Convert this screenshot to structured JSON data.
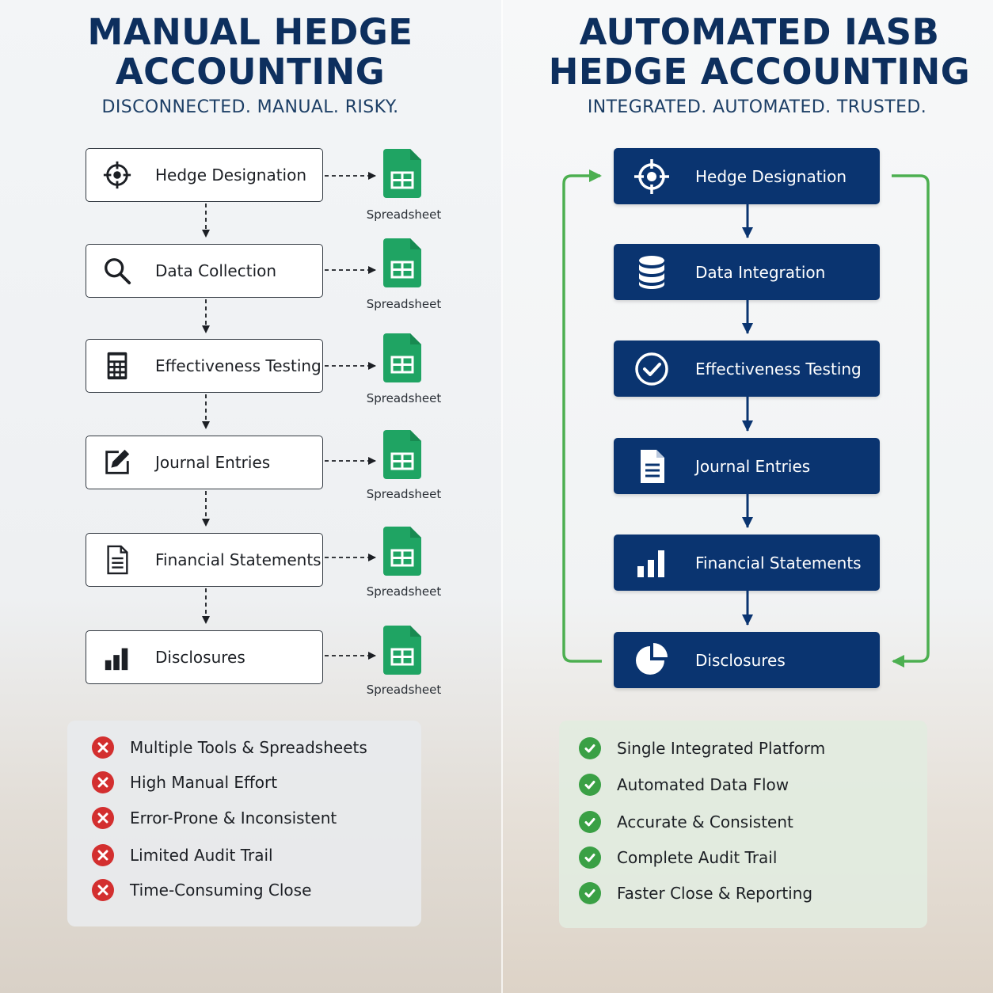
{
  "left": {
    "title_line1": "MANUAL HEDGE",
    "title_line2": "ACCOUNTING",
    "subtitle": "DISCONNECTED. MANUAL. RISKY.",
    "steps": [
      {
        "label": "Hedge Designation",
        "icon": "target-icon"
      },
      {
        "label": "Data Collection",
        "icon": "magnifier-icon"
      },
      {
        "label": "Effectiveness Testing",
        "icon": "calculator-icon"
      },
      {
        "label": "Journal Entries",
        "icon": "edit-icon"
      },
      {
        "label": "Financial Statements",
        "icon": "document-icon"
      },
      {
        "label": "Disclosures",
        "icon": "bar-chart-icon"
      }
    ],
    "spreadsheet_label": "Spreadsheet",
    "drawbacks": [
      "Multiple Tools & Spreadsheets",
      "High Manual Effort",
      "Error-Prone & Inconsistent",
      "Limited Audit Trail",
      "Time-Consuming Close"
    ]
  },
  "right": {
    "title_line1": "AUTOMATED IASB",
    "title_line2": "HEDGE ACCOUNTING",
    "subtitle": "INTEGRATED. AUTOMATED. TRUSTED.",
    "steps": [
      {
        "label": "Hedge Designation",
        "icon": "target-icon"
      },
      {
        "label": "Data Integration",
        "icon": "database-icon"
      },
      {
        "label": "Effectiveness Testing",
        "icon": "check-circle-icon"
      },
      {
        "label": "Journal Entries",
        "icon": "document-icon"
      },
      {
        "label": "Financial Statements",
        "icon": "bar-chart-icon"
      },
      {
        "label": "Disclosures",
        "icon": "pie-chart-icon"
      }
    ],
    "benefits": [
      "Single Integrated Platform",
      "Automated Data Flow",
      "Accurate & Consistent",
      "Complete Audit Trail",
      "Faster Close & Reporting"
    ]
  },
  "colors": {
    "navy": "#0a3470",
    "title": "#0d2f5e",
    "green_loop": "#4caf50",
    "spreadsheet_green": "#1fa463",
    "error_red": "#d32f2f",
    "check_green": "#3aa045"
  }
}
